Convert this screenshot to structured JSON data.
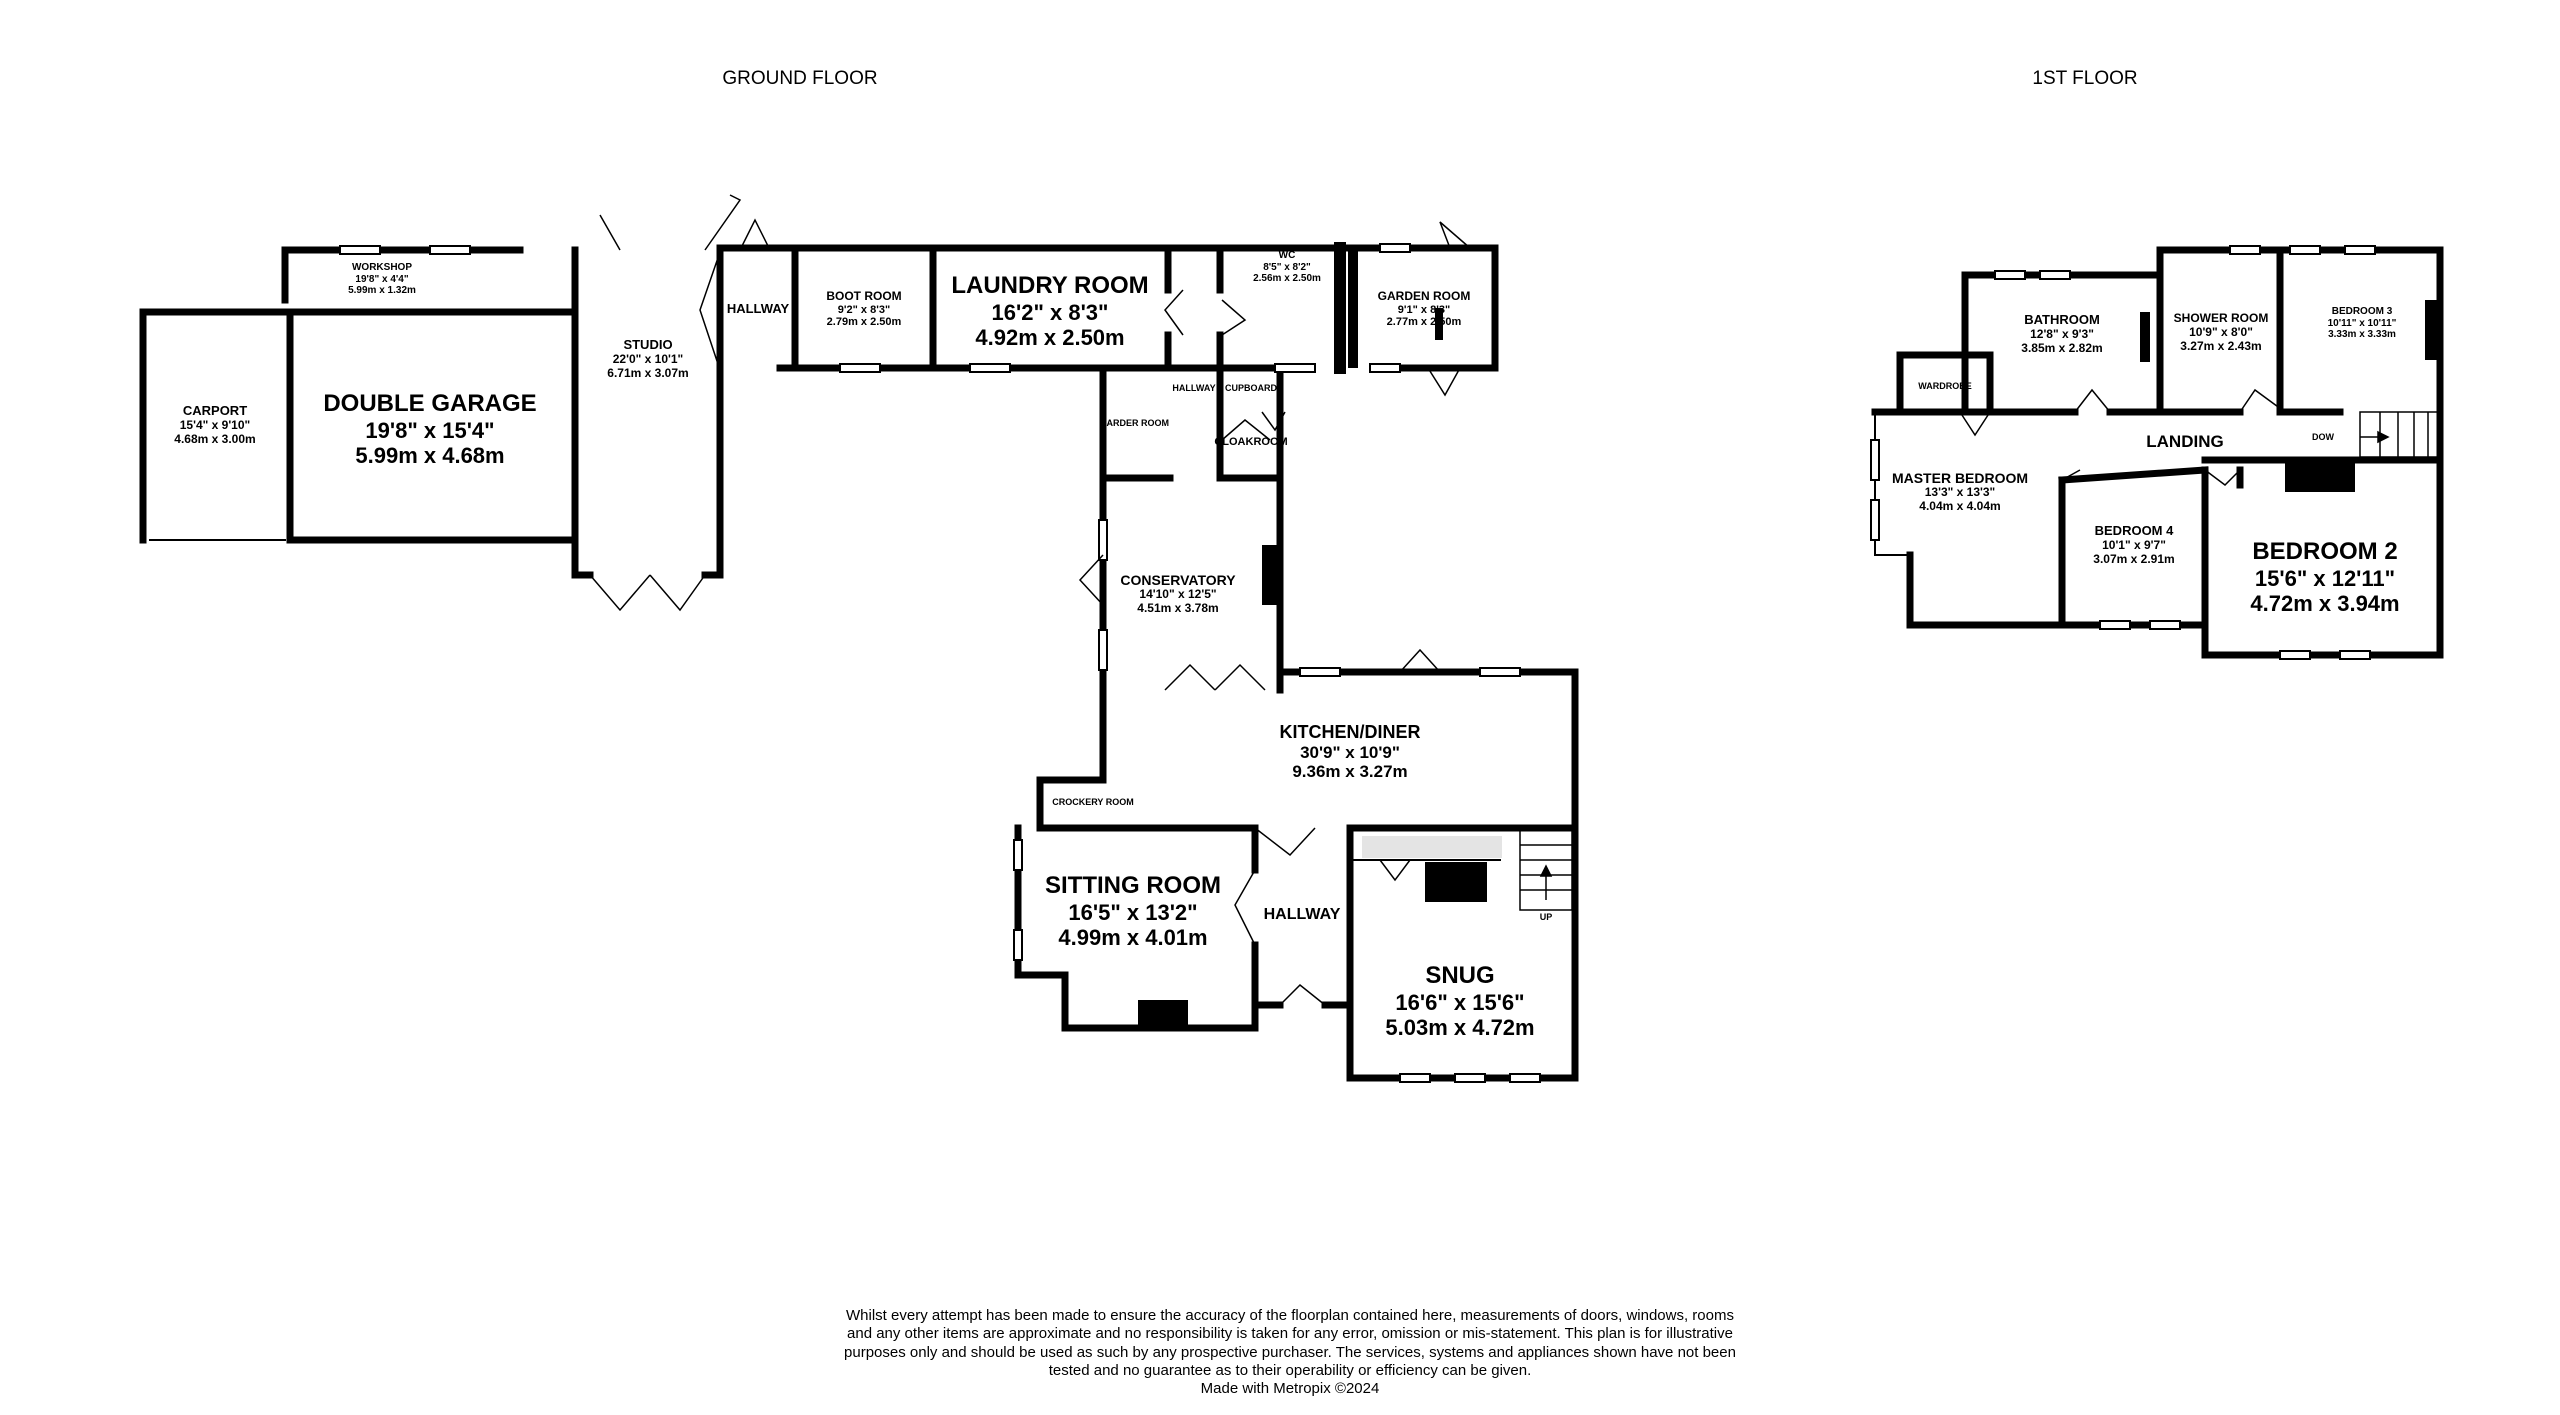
{
  "titles": {
    "ground": "GROUND FLOOR",
    "first": "1ST FLOOR"
  },
  "rooms": {
    "workshop": {
      "name": "WORKSHOP",
      "imperial": "19'8\"  x 4'4\"",
      "metric": "5.99m  x 1.32m"
    },
    "carport": {
      "name": "CARPORT",
      "imperial": "15'4\"  x 9'10\"",
      "metric": "4.68m  x 3.00m"
    },
    "double_garage": {
      "name": "DOUBLE GARAGE",
      "imperial": "19'8\"  x 15'4\"",
      "metric": "5.99m  x 4.68m"
    },
    "studio": {
      "name": "STUDIO",
      "imperial": "22'0\"  x 10'1\"",
      "metric": "6.71m  x 3.07m"
    },
    "hallway_top": {
      "name": "HALLWAY"
    },
    "boot_room": {
      "name": "BOOT ROOM",
      "imperial": "9'2\"  x 8'3\"",
      "metric": "2.79m  x 2.50m"
    },
    "laundry_room": {
      "name": "LAUNDRY ROOM",
      "imperial": "16'2\"  x 8'3\"",
      "metric": "4.92m  x 2.50m"
    },
    "wc": {
      "name": "WC",
      "imperial": "8'5\"  x 8'2\"",
      "metric": "2.56m  x 2.50m"
    },
    "garden_room": {
      "name": "GARDEN ROOM",
      "imperial": "9'1\"  x 8'3\"",
      "metric": "2.77m  x 2.50m"
    },
    "larder_room": {
      "name": "LARDER ROOM"
    },
    "hallway_small": {
      "name": "HALLWAY"
    },
    "cupboard": {
      "name": "CUPBOARD"
    },
    "cloakroom": {
      "name": "CLOAKROOM"
    },
    "conservatory": {
      "name": "CONSERVATORY",
      "imperial": "14'10\"  x 12'5\"",
      "metric": "4.51m  x 3.78m"
    },
    "kitchen_diner": {
      "name": "KITCHEN/DINER",
      "imperial": "30'9\"  x 10'9\"",
      "metric": "9.36m  x 3.27m"
    },
    "crockery_room": {
      "name": "CROCKERY ROOM"
    },
    "sitting_room": {
      "name": "SITTING ROOM",
      "imperial": "16'5\"  x 13'2\"",
      "metric": "4.99m  x 4.01m"
    },
    "hallway_bottom": {
      "name": "HALLWAY"
    },
    "snug": {
      "name": "SNUG",
      "imperial": "16'6\"  x 15'6\"",
      "metric": "5.03m  x 4.72m"
    },
    "bathroom": {
      "name": "BATHROOM",
      "imperial": "12'8\"  x 9'3\"",
      "metric": "3.85m  x 2.82m"
    },
    "shower_room": {
      "name": "SHOWER ROOM",
      "imperial": "10'9\"  x 8'0\"",
      "metric": "3.27m  x 2.43m"
    },
    "bedroom3": {
      "name": "BEDROOM 3",
      "imperial": "10'11\"  x 10'11\"",
      "metric": "3.33m  x 3.33m"
    },
    "wardrobe": {
      "name": "WARDROBE"
    },
    "landing": {
      "name": "LANDING"
    },
    "master_bedroom": {
      "name": "MASTER BEDROOM",
      "imperial": "13'3\"  x 13'3\"",
      "metric": "4.04m  x 4.04m"
    },
    "bedroom4": {
      "name": "BEDROOM 4",
      "imperial": "10'1\"  x 9'7\"",
      "metric": "3.07m  x 2.91m"
    },
    "bedroom2": {
      "name": "BEDROOM 2",
      "imperial": "15'6\"  x 12'11\"",
      "metric": "4.72m  x 3.94m"
    }
  },
  "stairs": {
    "up": "UP",
    "down": "DOW"
  },
  "disclaimer": "Whilst every attempt has been made to ensure the accuracy of the floorplan contained here, measurements of doors, windows, rooms and any other items are approximate and no responsibility is taken for any error, omission or mis-statement. This plan is for illustrative purposes only and should be used as such by any prospective purchaser. The services, systems and appliances shown have not been tested and no guarantee as to their operability or efficiency can be given.",
  "credit": "Made with Metropix ©2024"
}
